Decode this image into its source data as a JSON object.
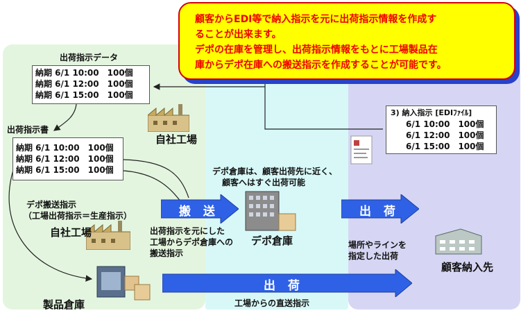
{
  "callout": {
    "lines": [
      "顧客からEDI等で納入指示を元に出荷指示情報を作成す",
      "ることが出来ます。",
      "デポの在庫を管理し、出荷指示情報をもとに工場製品在",
      "庫からデポ在庫への搬送指示を作成することが可能です。"
    ]
  },
  "shipping_data": {
    "title": "出荷指示データ",
    "rows": [
      "納期 6/1 10:00　100個",
      "納期 6/1 12:00　100個",
      "納期 6/1 15:00　100個"
    ]
  },
  "own_factory_top": "自社工場",
  "shipping_document": {
    "title": "出荷指示書",
    "rows": [
      "納期 6/1 10:00　100個",
      "納期 6/1 12:00　100個",
      "納期 6/1 15:00　100個"
    ]
  },
  "depot_transfer": {
    "line1": "デポ搬送指示",
    "line2": "（工場出荷指示＝生産指示）"
  },
  "own_factory_mid": "自社工場",
  "product_warehouse": "製品倉庫",
  "depot_note": {
    "line1": "デポ倉庫は、顧客出荷先に近く、",
    "line2": "顧客へはすぐ出荷可能"
  },
  "transfer_arrow": "搬 送",
  "transfer_note": {
    "line1": "出荷指示を元にした",
    "line2": "工場からデポ倉庫への",
    "line3": "搬送指示"
  },
  "depot_warehouse": "デポ倉庫",
  "direct_arrow": "出 荷",
  "direct_note": "工場からの直送指示",
  "delivery_instruction": {
    "title": "3) 納入指示 [EDIﾌｧｲﾙ]",
    "rows": [
      "6/1 10:00　100個",
      "6/1 12:00　100個",
      "6/1 15:00　100個"
    ]
  },
  "ship_arrow": "出 荷",
  "ship_note": {
    "line1": "場所やラインを",
    "line2": "指定した出荷"
  },
  "customer": "顧客納入先",
  "colors": {
    "zone_green": "#e3f5df",
    "zone_cyan": "#d8f8f8",
    "zone_lavender": "#d6d6f4",
    "arrow_blue": "#2f61e6",
    "callout_red": "#ee0000",
    "callout_yellow": "#ffff00"
  }
}
